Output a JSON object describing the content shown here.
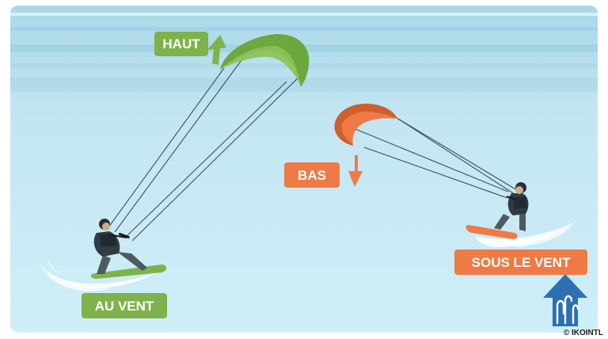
{
  "labels": {
    "high": "HAUT",
    "low": "BAS",
    "upwind": "AU VENT",
    "downwind": "SOUS LE VENT"
  },
  "credit": "© IKOINTL",
  "icons": {
    "up_arrow": "arrow-up-icon",
    "down_arrow": "arrow-down-icon",
    "wind": "wind-direction-icon"
  },
  "colors": {
    "green": "#7fb24a",
    "orange": "#ee7a45",
    "water": "#c7e9f3",
    "wind_arrow": "#2d6fb3"
  }
}
